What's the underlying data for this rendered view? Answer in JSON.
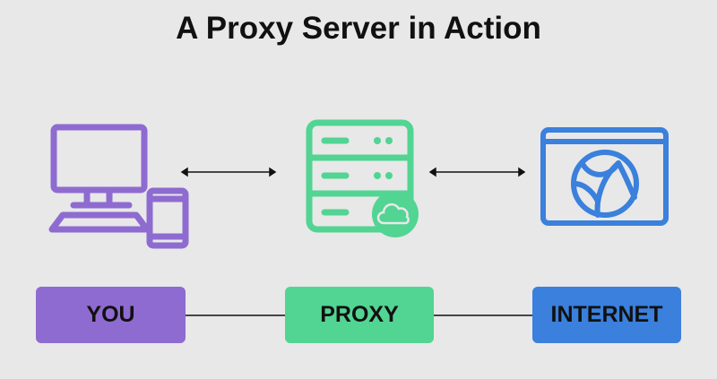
{
  "title": "A Proxy Server in Action",
  "nodes": [
    {
      "label": "YOU",
      "icon": "computer-phone-icon",
      "color": "#8e6bd0"
    },
    {
      "label": "PROXY",
      "icon": "server-cloud-icon",
      "color": "#52d493"
    },
    {
      "label": "INTERNET",
      "icon": "browser-globe-icon",
      "color": "#3a80dc"
    }
  ]
}
